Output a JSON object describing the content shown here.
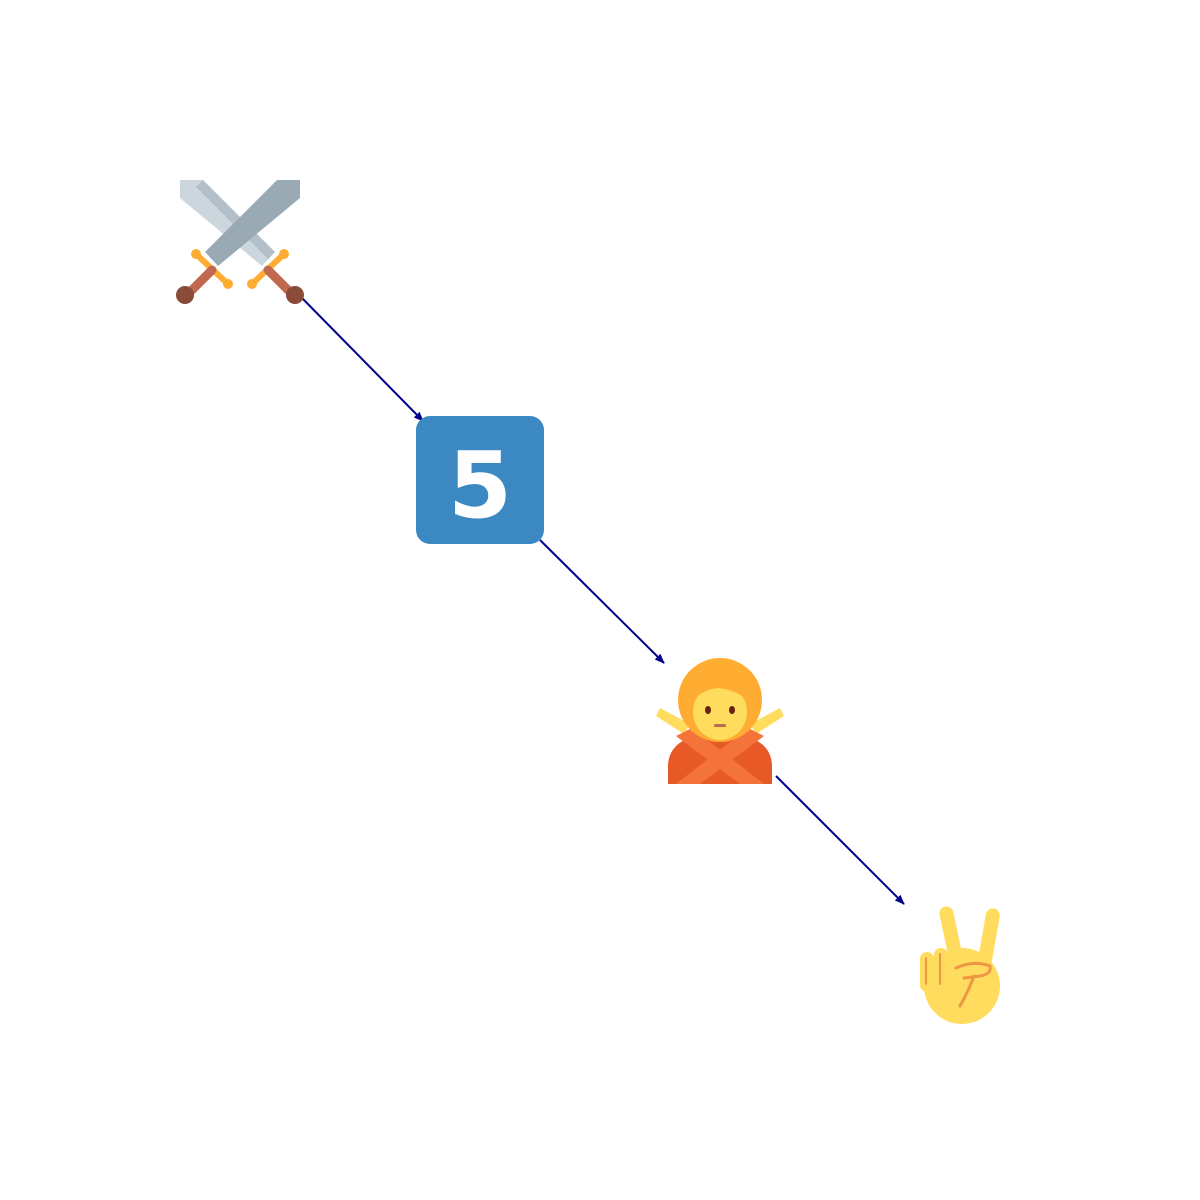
{
  "diagram": {
    "edge_color": "#00008b",
    "nodes": [
      {
        "id": "crossed-swords",
        "icon": "crossed-swords-icon"
      },
      {
        "id": "keycap-five",
        "icon": "keycap-five-icon",
        "label": "5",
        "color": "#3b88c3"
      },
      {
        "id": "person-gesturing-no",
        "icon": "person-gesturing-no-icon"
      },
      {
        "id": "victory-hand",
        "icon": "victory-hand-icon"
      }
    ],
    "edges": [
      {
        "from": "crossed-swords",
        "to": "keycap-five"
      },
      {
        "from": "keycap-five",
        "to": "person-gesturing-no"
      },
      {
        "from": "person-gesturing-no",
        "to": "victory-hand"
      }
    ]
  }
}
